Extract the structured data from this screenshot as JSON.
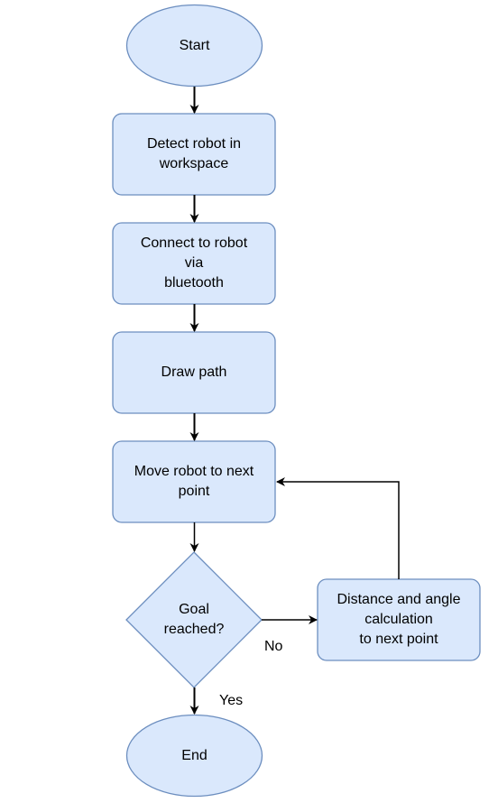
{
  "colors": {
    "fill": "#dae8fc",
    "stroke": "#6c8ebf",
    "edge": "#000000"
  },
  "nodes": {
    "start": {
      "label": "Start"
    },
    "detect": {
      "label": "Detect robot in\nworkspace"
    },
    "connect": {
      "label": "Connect to robot\nvia\nbluetooth"
    },
    "draw": {
      "label": "Draw path"
    },
    "move": {
      "label": "Move robot to next\npoint"
    },
    "goal": {
      "label": "Goal\nreached?"
    },
    "calc": {
      "label": "Distance and angle\ncalculation\nto next point"
    },
    "end": {
      "label": "End"
    }
  },
  "edges": {
    "no_label": "No",
    "yes_label": "Yes"
  }
}
